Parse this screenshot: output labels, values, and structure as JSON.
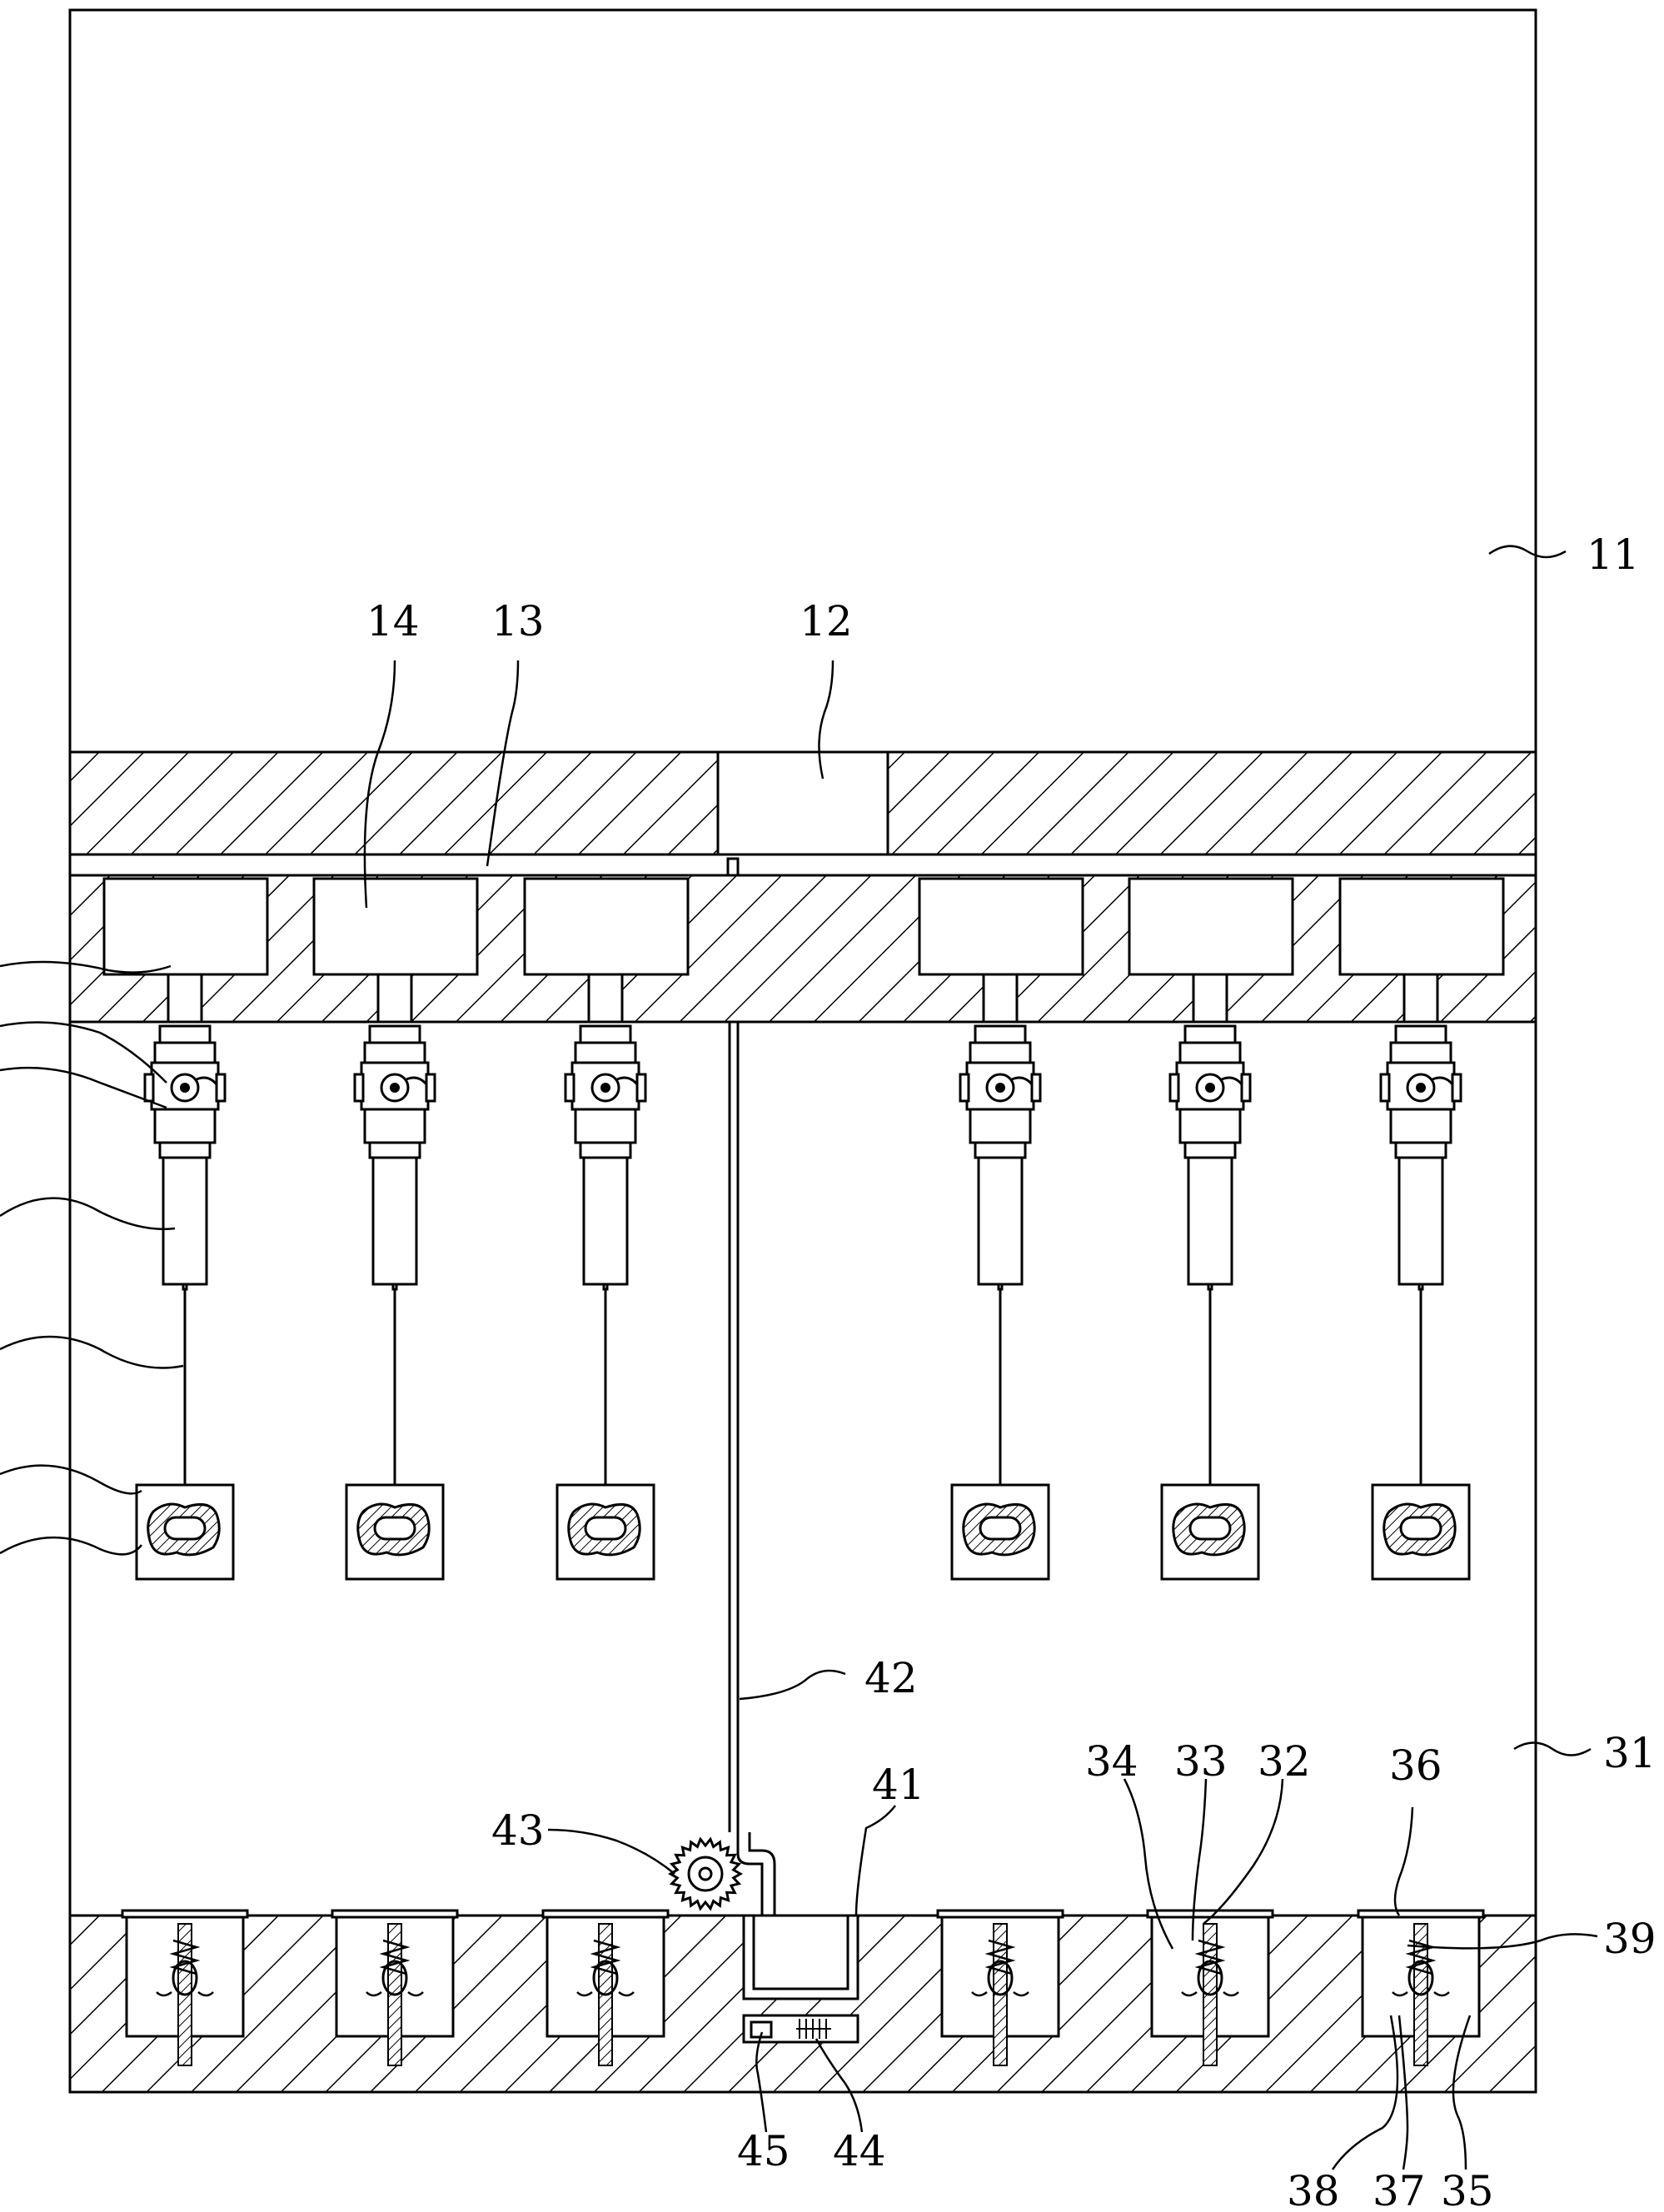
{
  "labels": {
    "l11": "11",
    "l12": "12",
    "l13": "13",
    "l14": "14",
    "l31": "31",
    "l32": "32",
    "l33": "33",
    "l34": "34",
    "l35": "35",
    "l36": "36",
    "l37": "37",
    "l38": "38",
    "l39": "39",
    "l41": "41",
    "l42": "42",
    "l43": "43",
    "l44": "44",
    "l45": "45"
  },
  "colors": {
    "line": "#000000",
    "background": "#ffffff"
  }
}
